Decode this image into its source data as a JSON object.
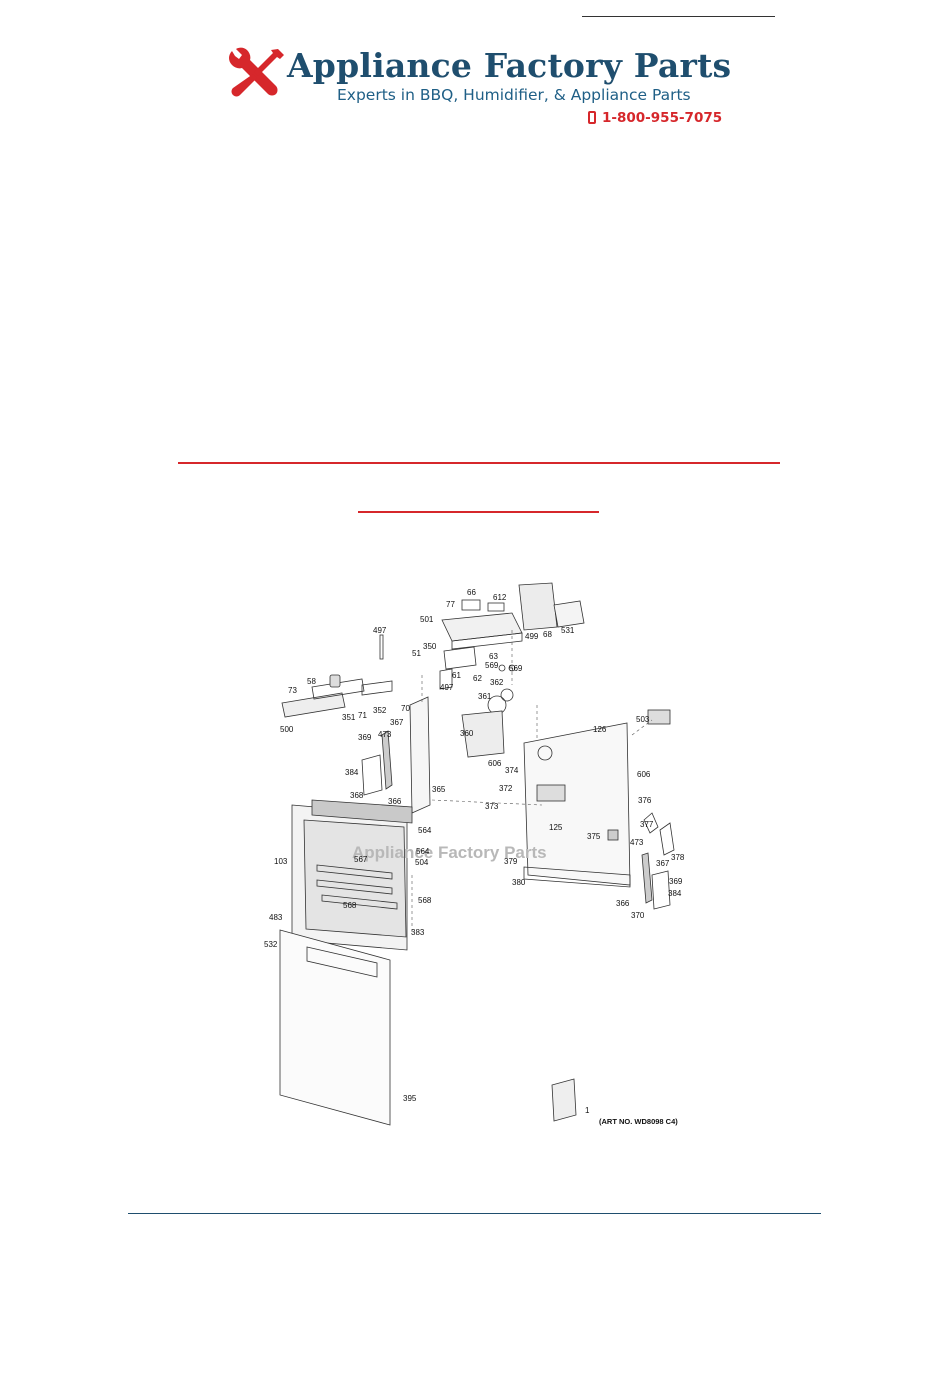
{
  "header": {
    "brand_name": "Appliance Factory Parts",
    "tagline": "Experts in BBQ, Humidifier, & Appliance Parts",
    "phone": "1-800-955-7075",
    "logo_icon": "crossed-wrench-screwdriver-icon",
    "phone_icon": "mobile-phone-icon"
  },
  "colors": {
    "brand_blue": "#1f4e6e",
    "accent_red": "#d6272b",
    "divider_blue": "#1f4e6e"
  },
  "diagram": {
    "watermark": "Appliance Factory Parts",
    "art_no": "(ART NO. WD8098 C4)",
    "callouts": [
      {
        "id": "c66",
        "label": "66"
      },
      {
        "id": "c77",
        "label": "77"
      },
      {
        "id": "c612",
        "label": "612"
      },
      {
        "id": "c501",
        "label": "501"
      },
      {
        "id": "c499",
        "label": "499"
      },
      {
        "id": "c68",
        "label": "68"
      },
      {
        "id": "c531",
        "label": "531"
      },
      {
        "id": "c497a",
        "label": "497"
      },
      {
        "id": "c350",
        "label": "350"
      },
      {
        "id": "c51",
        "label": "51"
      },
      {
        "id": "c63",
        "label": "63"
      },
      {
        "id": "c569a",
        "label": "569"
      },
      {
        "id": "c569b",
        "label": "569"
      },
      {
        "id": "c61",
        "label": "61"
      },
      {
        "id": "c62",
        "label": "62"
      },
      {
        "id": "c497b",
        "label": "497"
      },
      {
        "id": "c58",
        "label": "58"
      },
      {
        "id": "c73",
        "label": "73"
      },
      {
        "id": "c351",
        "label": "351"
      },
      {
        "id": "c71",
        "label": "71"
      },
      {
        "id": "c352",
        "label": "352"
      },
      {
        "id": "c70",
        "label": "70"
      },
      {
        "id": "c500",
        "label": "500"
      },
      {
        "id": "c360",
        "label": "360"
      },
      {
        "id": "c361",
        "label": "361"
      },
      {
        "id": "c362",
        "label": "362"
      },
      {
        "id": "c367a",
        "label": "367"
      },
      {
        "id": "c473a",
        "label": "473"
      },
      {
        "id": "c369a",
        "label": "369"
      },
      {
        "id": "c126",
        "label": "126"
      },
      {
        "id": "c503",
        "label": "503"
      },
      {
        "id": "c606a",
        "label": "606"
      },
      {
        "id": "c374",
        "label": "374"
      },
      {
        "id": "c606b",
        "label": "606"
      },
      {
        "id": "c384a",
        "label": "384"
      },
      {
        "id": "c368",
        "label": "368"
      },
      {
        "id": "c366a",
        "label": "366"
      },
      {
        "id": "c365",
        "label": "365"
      },
      {
        "id": "c372",
        "label": "372"
      },
      {
        "id": "c376",
        "label": "376"
      },
      {
        "id": "c373",
        "label": "373"
      },
      {
        "id": "c125",
        "label": "125"
      },
      {
        "id": "c377",
        "label": "377"
      },
      {
        "id": "c564a",
        "label": "564"
      },
      {
        "id": "c375",
        "label": "375"
      },
      {
        "id": "c473b",
        "label": "473"
      },
      {
        "id": "c103",
        "label": "103"
      },
      {
        "id": "c564b",
        "label": "564"
      },
      {
        "id": "c567",
        "label": "567"
      },
      {
        "id": "c504",
        "label": "504"
      },
      {
        "id": "c379",
        "label": "379"
      },
      {
        "id": "c367b",
        "label": "367"
      },
      {
        "id": "c378",
        "label": "378"
      },
      {
        "id": "c380",
        "label": "380"
      },
      {
        "id": "c369b",
        "label": "369"
      },
      {
        "id": "c384b",
        "label": "384"
      },
      {
        "id": "c568a",
        "label": "568"
      },
      {
        "id": "c568b",
        "label": "568"
      },
      {
        "id": "c366b",
        "label": "366"
      },
      {
        "id": "c370",
        "label": "370"
      },
      {
        "id": "c483",
        "label": "483"
      },
      {
        "id": "c383",
        "label": "383"
      },
      {
        "id": "c532",
        "label": "532"
      },
      {
        "id": "c395",
        "label": "395"
      },
      {
        "id": "c1",
        "label": "1"
      }
    ]
  }
}
